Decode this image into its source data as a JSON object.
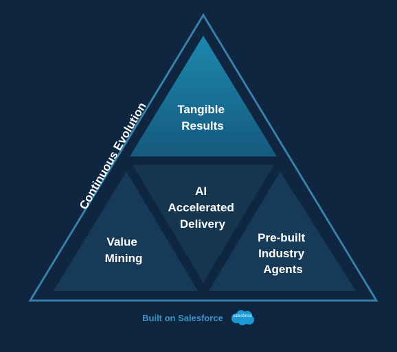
{
  "diagram": {
    "side_label": "Continuous Evolution",
    "top": {
      "lines": [
        "Tangible",
        "Results"
      ]
    },
    "center": {
      "lines": [
        "AI",
        "Accelerated",
        "Delivery"
      ]
    },
    "left": {
      "lines": [
        "Value",
        "Mining"
      ]
    },
    "right": {
      "lines": [
        "Pre-built",
        "Industry",
        "Agents"
      ]
    }
  },
  "footer": {
    "text": "Built on Salesforce",
    "logo_text": "salesforce"
  },
  "colors": {
    "background": "#0f2640",
    "outline": "#3a7fa8",
    "top_gradient_start": "#1d88ad",
    "top_gradient_end": "#155a7e",
    "center_fill": "#163650",
    "side_fill": "#183a59",
    "footer_text": "#3d92c8",
    "logo": "#1b9ad6"
  }
}
